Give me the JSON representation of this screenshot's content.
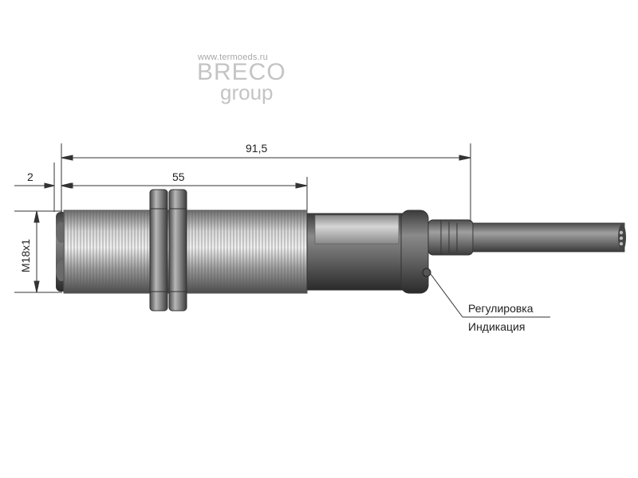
{
  "watermark": {
    "url": "www.termoeds.ru",
    "brand": "BRECO",
    "group": "group"
  },
  "dimensions": {
    "total_length": "91,5",
    "thread_length": "55",
    "lens_offset": "2",
    "thread_size": "M18x1"
  },
  "callouts": {
    "adjustment": "Регулировка",
    "indication": "Индикация"
  }
}
